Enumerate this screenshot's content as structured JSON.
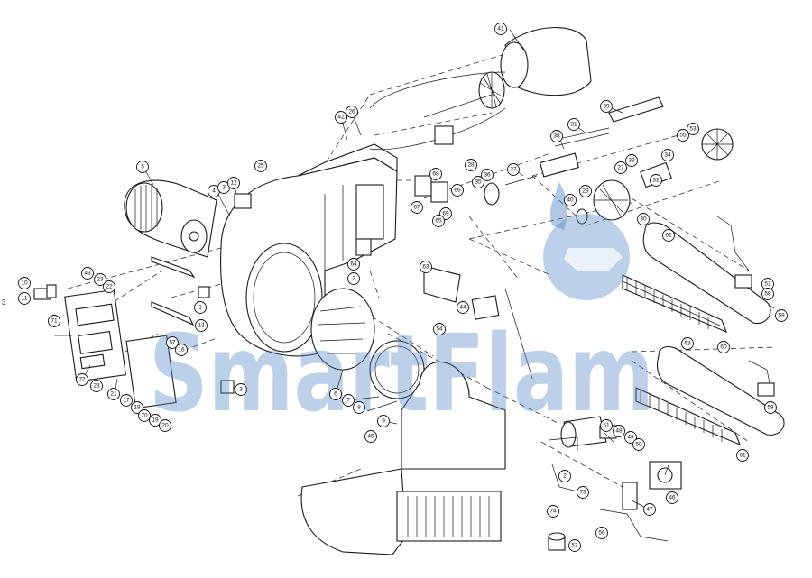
{
  "watermark": {
    "text": "SmartFlam",
    "color": "#4f86c6"
  },
  "left_edge_mark": "3",
  "callouts": [
    "1",
    "2",
    "3",
    "4",
    "5",
    "6",
    "7",
    "8",
    "9",
    "10",
    "11",
    "12",
    "13",
    "16",
    "17",
    "18",
    "19",
    "20",
    "21",
    "22",
    "23",
    "25",
    "26",
    "27",
    "28",
    "29",
    "30",
    "31",
    "32",
    "33",
    "34",
    "35",
    "36",
    "37",
    "38",
    "39",
    "40",
    "41",
    "42",
    "43",
    "44",
    "45",
    "46",
    "47",
    "48",
    "49",
    "50",
    "51",
    "52",
    "53",
    "54",
    "55",
    "56",
    "57",
    "58",
    "59",
    "60",
    "61",
    "62",
    "63",
    "64",
    "65",
    "66",
    "67",
    "68",
    "69",
    "70",
    "71",
    "72",
    "73",
    "74"
  ],
  "labels": {
    "l1": "1",
    "l2": "2",
    "l2b": "2",
    "l3": "3",
    "l3b": "3",
    "l4": "4",
    "l5": "5",
    "l6": "6",
    "l7": "7",
    "l8": "8",
    "l9": "9",
    "l10": "10",
    "l11": "11",
    "l12": "12",
    "l13": "13",
    "l16": "16",
    "l17": "17",
    "l18": "18",
    "l19": "19",
    "l20": "20",
    "l21": "21",
    "l22": "22",
    "l23": "23",
    "l23b": "23",
    "l25": "25",
    "l26": "26",
    "l27": "27",
    "l28": "28",
    "l29": "29",
    "l30": "30",
    "l31": "31",
    "l32": "32",
    "l33": "33",
    "l34": "34",
    "l35": "35",
    "l36": "36",
    "l37": "37",
    "l38": "38",
    "l39": "39",
    "l40": "40",
    "l41": "41",
    "l42": "42",
    "l43": "43",
    "l44": "44",
    "l45": "45",
    "l46": "46",
    "l47": "47",
    "l48": "48",
    "l49": "49",
    "l50": "50",
    "l51": "51",
    "l52": "52",
    "l53": "53",
    "l54": "54",
    "l55": "55",
    "l56": "56",
    "l57": "57",
    "l58": "58",
    "l59": "59",
    "l60": "60",
    "l61": "61",
    "l62": "62",
    "l63": "63",
    "l64": "64",
    "l65": "65",
    "l66": "66",
    "l67": "67",
    "l68": "68",
    "l69": "69",
    "l70": "70",
    "l71": "71",
    "l72": "72",
    "l73": "73",
    "l74": "74",
    "l58b": "58"
  }
}
